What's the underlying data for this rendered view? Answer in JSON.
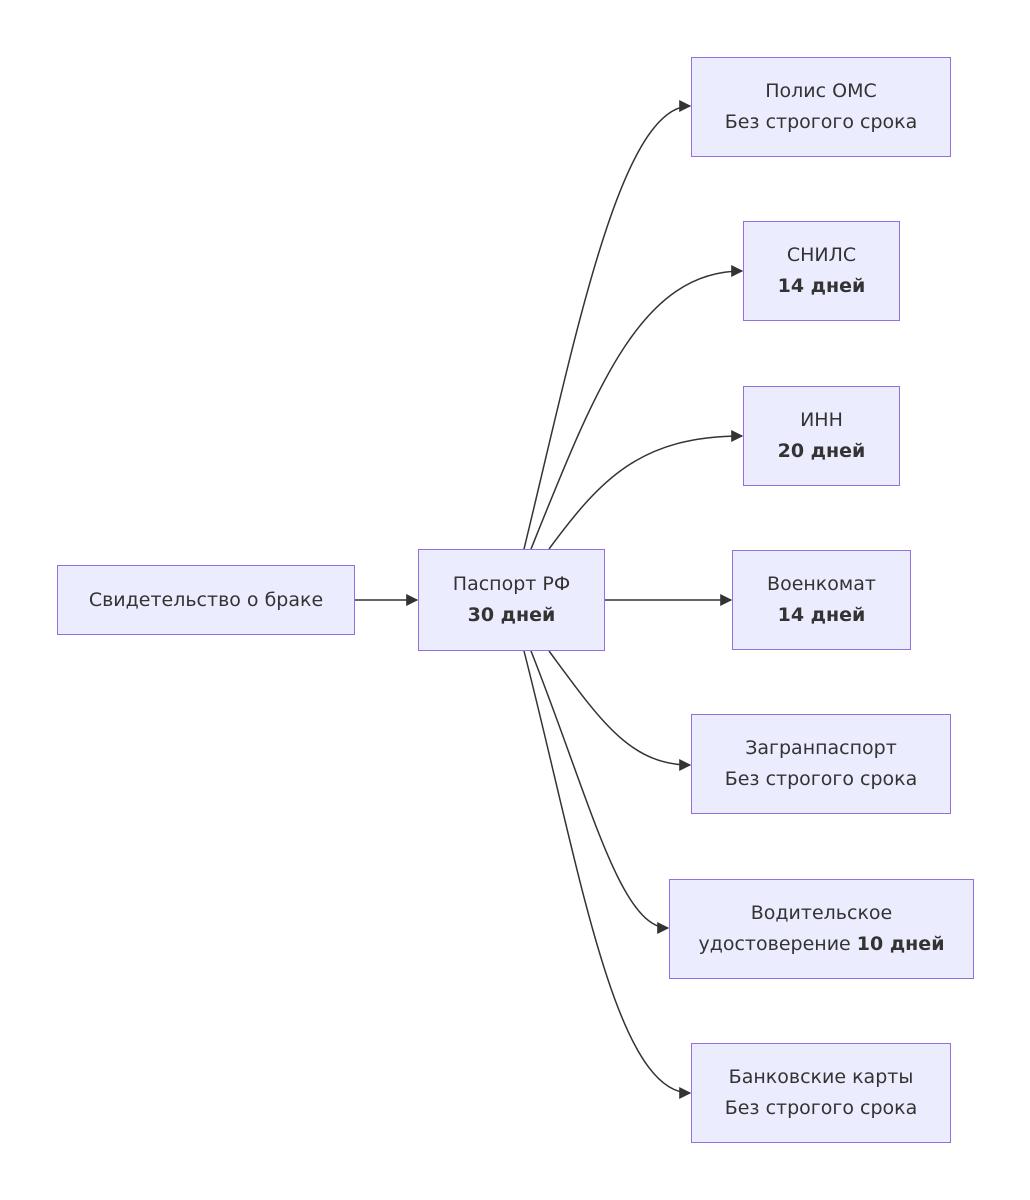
{
  "diagram": {
    "source": {
      "line1": "Свидетельство о браке"
    },
    "hub": {
      "line1": "Паспорт РФ",
      "line2": "30 дней"
    },
    "targets": [
      {
        "line1": "Полис ОМС",
        "line2": "Без строгого срока"
      },
      {
        "line1": "СНИЛС",
        "line2": "14 дней"
      },
      {
        "line1": "ИНН",
        "line2": "20 дней"
      },
      {
        "line1": "Военкомат",
        "line2": "14 дней"
      },
      {
        "line1": "Загранпаспорт",
        "line2": "Без строгого срока"
      },
      {
        "line1": "Водительское",
        "line2a": "удостоверение",
        "line2b": "10 дней"
      },
      {
        "line1": "Банковские карты",
        "line2": "Без строгого срока"
      }
    ]
  },
  "colors": {
    "node_fill": "#ECECFF",
    "node_border": "#9370DB",
    "edge": "#333333",
    "text": "#333333"
  }
}
